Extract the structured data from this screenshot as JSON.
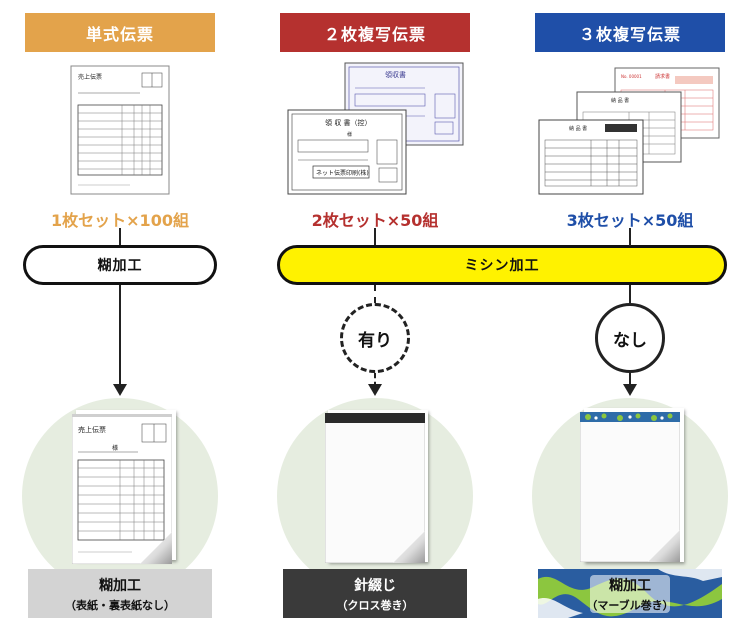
{
  "columns": [
    {
      "header": "単式伝票",
      "header_color": "#E3A34B",
      "count_label": "1枚セット×100組",
      "count_color": "#E3A34B",
      "process": "糊加工",
      "option": "",
      "footer_title": "糊加工",
      "footer_sub": "（表紙・裏表紙なし）",
      "footer_bg": "#D3D3D3",
      "footer_text_color": "#111111"
    },
    {
      "header": "２枚複写伝票",
      "header_color": "#B5312F",
      "count_label": "2枚セット×50組",
      "count_color": "#B5312F",
      "process": "",
      "option": "有り",
      "footer_title": "針綴じ",
      "footer_sub": "（クロス巻き）",
      "footer_bg": "#3A3A3A",
      "footer_text_color": "#FFFFFF"
    },
    {
      "header": "３枚複写伝票",
      "header_color": "#1F4FA8",
      "count_label": "3枚セット×50組",
      "count_color": "#1F4FA8",
      "process": "",
      "option": "なし",
      "footer_title": "糊加工",
      "footer_sub": "（マーブル巻き）",
      "footer_bg": "#2E6CA8",
      "footer_text_color": "#111111"
    }
  ],
  "shared_process": "ミシン加工",
  "shared_process_color": "#FFF200",
  "slip_texts": {
    "sales_slip": "売上伝票",
    "receipt": "領収書",
    "receipt_copy": "領 収 書（控）",
    "sama": "様",
    "printer": "ネット伝票印刷(株)",
    "product_receipt": "納 品 書",
    "invoice": "請求書",
    "slip_no": "No. 00001"
  }
}
